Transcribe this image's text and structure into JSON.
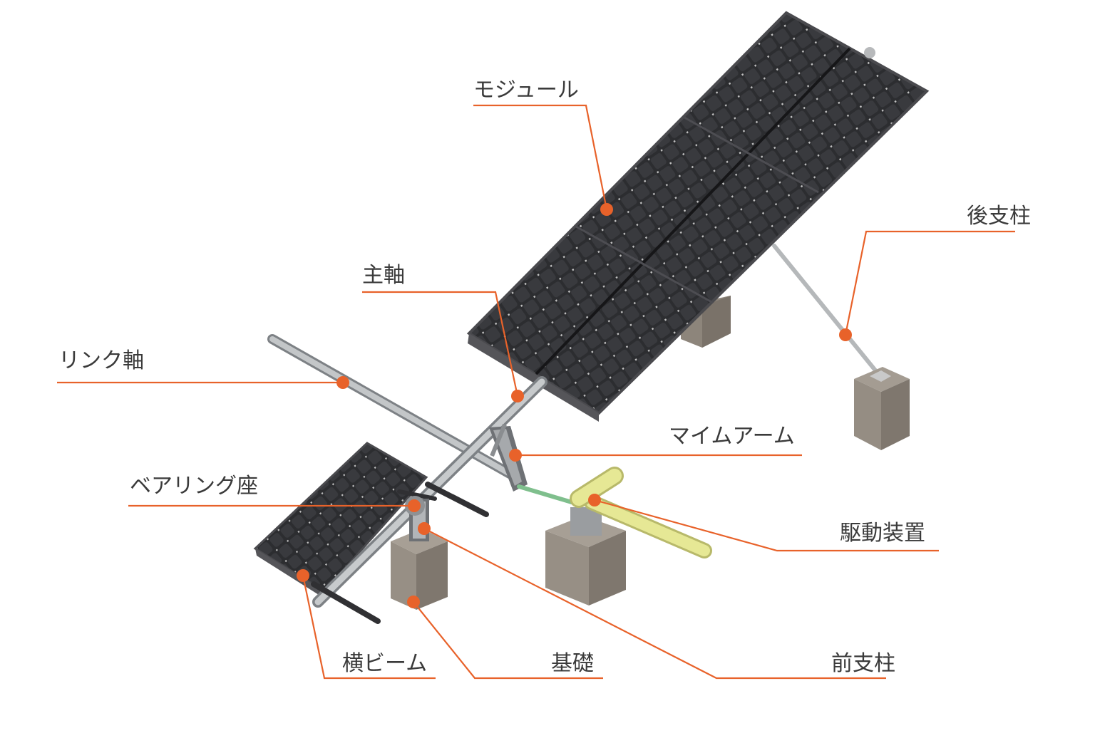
{
  "colors": {
    "accent": "#e8622a",
    "label_text": "#3a3a3a",
    "panel": "#2c2c2f",
    "panel_cell": "#3b3c40",
    "panel_frame": "#4a4a4e",
    "steel": "#a9adb0",
    "concrete": "#8f867c",
    "drive": "#e3e58e",
    "chain": "#8fc79a"
  },
  "labels": {
    "module": "モジュール",
    "rear_post": "後支柱",
    "main_shaft": "主軸",
    "link_shaft": "リンク軸",
    "arm": "マイムアーム",
    "bearing_seat": "ベアリング座",
    "drive_unit": "駆動装置",
    "cross_beam": "横ビーム",
    "foundation": "基礎",
    "front_post": "前支柱"
  },
  "icons": {
    "callout_marker": "dot-marker"
  }
}
